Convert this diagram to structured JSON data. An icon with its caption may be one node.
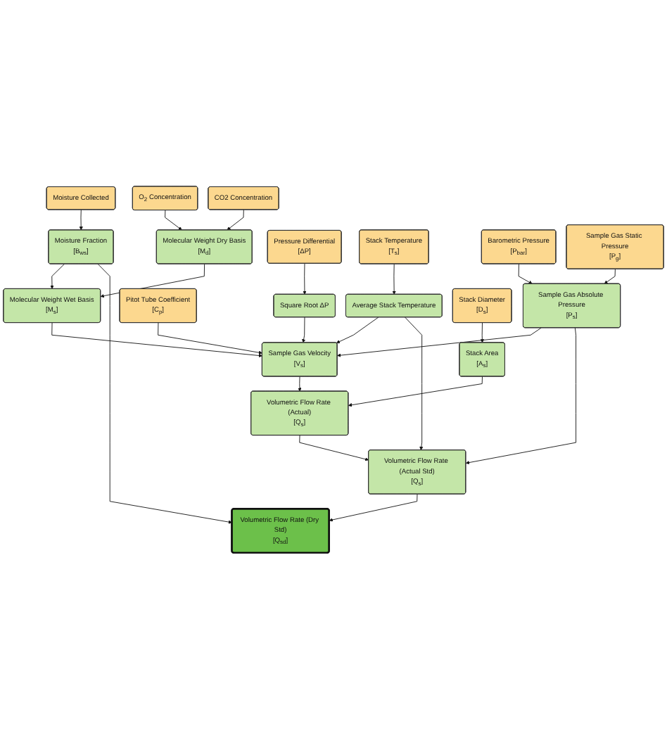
{
  "diagram": {
    "nodes": [
      {
        "text": [
          "Moisture Collected"
        ]
      },
      {
        "text": [
          "O$_{2}$ Concentration"
        ]
      },
      {
        "text": [
          "Moisture Fraction",
          "[B$_{ws}$]"
        ]
      },
      {
        "text": [
          "Molecular Weight Dry Basis",
          "[M$_{d}$]"
        ]
      },
      {
        "text": [
          "CO2 Concentration"
        ]
      },
      {
        "text": [
          "Molecular Weight Wet Basis",
          "[M$_{s}$]"
        ]
      },
      {
        "text": [
          "Square Root ΔP"
        ]
      },
      {
        "text": [
          "Pressure Differential",
          "[ΔP]"
        ]
      },
      {
        "text": [
          "Pitot Tube Coefficient",
          "[C$_{p}$]"
        ]
      },
      {
        "text": [
          "Sample Gas Velocity",
          "[V$_{s}$]"
        ]
      },
      {
        "text": [
          "Average Stack Temperature"
        ]
      },
      {
        "text": [
          "Stack Temperature",
          "[T$_{s}$]"
        ]
      },
      {
        "text": [
          "Stack Area",
          "[A$_{s}$]"
        ]
      },
      {
        "text": [
          "Volumetric Flow Rate (Actual)",
          "[Q$_{s}$]"
        ]
      },
      {
        "text": [
          "Sample Gas Absolute Pressure",
          "[P$_{s}$]"
        ]
      },
      {
        "text": [
          "Barometric Pressure",
          "[P$_{bar}$]"
        ]
      },
      {
        "text": [
          "Stack Diameter",
          "[D$_{s}$]"
        ]
      },
      {
        "text": [
          "Volumetric Flow Rate (Actual Std)",
          "[Q$_{s}$]"
        ]
      },
      {
        "text": [
          "Sample Gas Static Pressure",
          "[P$_{g}$]"
        ]
      },
      {
        "text": [
          "Volumetric Flow Rate (Dry Std)",
          "[Q$_{sd}$]"
        ]
      }
    ],
    "edges": [
      {
        "from": 0,
        "to": 2,
        "arrow": "to"
      },
      {
        "from": 1,
        "to": 3,
        "arrow": "to"
      },
      {
        "from": 4,
        "to": 3,
        "arrow": "to"
      },
      {
        "from": 3,
        "to": 5,
        "arrow": "to"
      },
      {
        "from": 2,
        "to": 5,
        "arrow": "to"
      },
      {
        "from": 2,
        "to": 19,
        "arrow": "to"
      },
      {
        "from": 5,
        "to": 9,
        "arrow": "to"
      },
      {
        "from": 7,
        "to": 6,
        "arrow": "to"
      },
      {
        "from": 6,
        "to": 9,
        "arrow": "to"
      },
      {
        "from": 8,
        "to": 9,
        "arrow": "to"
      },
      {
        "from": 11,
        "to": 10,
        "arrow": "to"
      },
      {
        "from": 10,
        "to": 9,
        "arrow": "to"
      },
      {
        "from": 10,
        "to": 17,
        "arrow": "to"
      },
      {
        "from": 15,
        "to": 14,
        "arrow": "to"
      },
      {
        "from": 18,
        "to": 14,
        "arrow": "to"
      },
      {
        "from": 14,
        "to": 9,
        "arrow": "to"
      },
      {
        "from": 14,
        "to": 17,
        "arrow": "to"
      },
      {
        "from": 9,
        "to": 13,
        "arrow": "to"
      },
      {
        "from": 16,
        "to": 12,
        "arrow": "to"
      },
      {
        "from": 12,
        "to": 13,
        "arrow": "to"
      },
      {
        "from": 13,
        "to": 17,
        "arrow": "to"
      },
      {
        "from": 17,
        "to": 19,
        "arrow": "to"
      }
    ]
  }
}
